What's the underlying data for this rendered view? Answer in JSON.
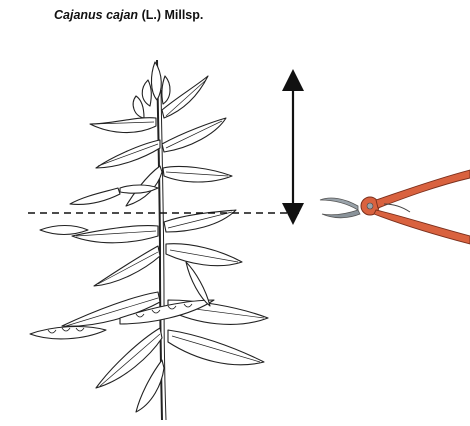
{
  "title": {
    "species": "Cajanus cajan",
    "authority": "(L.) Millsp."
  },
  "illustration": {
    "plant": "plant-illustration",
    "cut_indicator": "cut-line",
    "height_marker": "double-arrow",
    "tool": "pruning-shears-icon"
  },
  "colors": {
    "line": "#222222",
    "shears_handle": "#d9623f",
    "shears_blade": "#9aa3aa"
  }
}
